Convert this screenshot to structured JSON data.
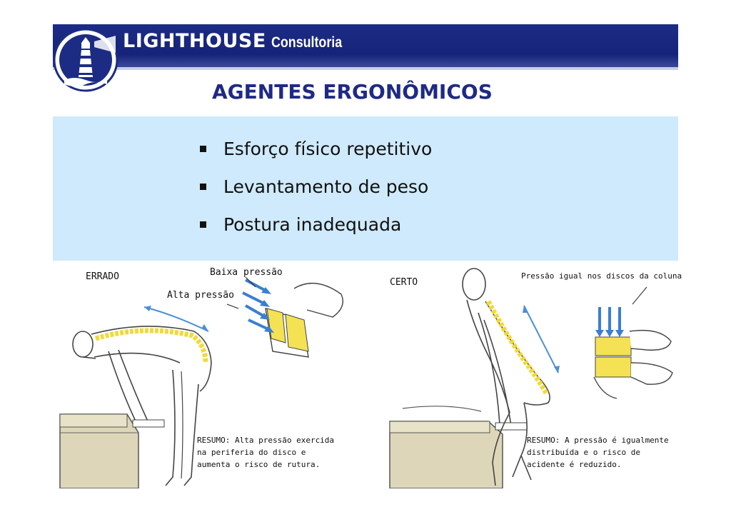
{
  "header": {
    "brand_main": "LIGHTHOUSE",
    "brand_sub": "Consultoria",
    "colors": {
      "bar": "#1c2c84",
      "title": "#1e2a86",
      "panel": "#cfeafc"
    },
    "logo_icon": "lighthouse-icon"
  },
  "slide": {
    "title": "AGENTES ERGONÔMICOS",
    "bullets": [
      "Esforço físico repetitivo",
      "Levantamento de peso",
      "Postura inadequada"
    ]
  },
  "illustration_left": {
    "label": "ERRADO",
    "low_pressure": "Baixa pressão",
    "high_pressure": "Alta pressão",
    "summary": [
      "RESUMO: Alta pressão exercida",
      "na periferia do disco e",
      "aumenta o risco de rutura."
    ]
  },
  "illustration_right": {
    "label": "CERTO",
    "pressure_note": "Pressão igual nos discos da coluna",
    "summary": [
      "RESUMO: A pressão é igualmente",
      "distribuída e o risco de",
      "acidente é reduzido."
    ]
  }
}
